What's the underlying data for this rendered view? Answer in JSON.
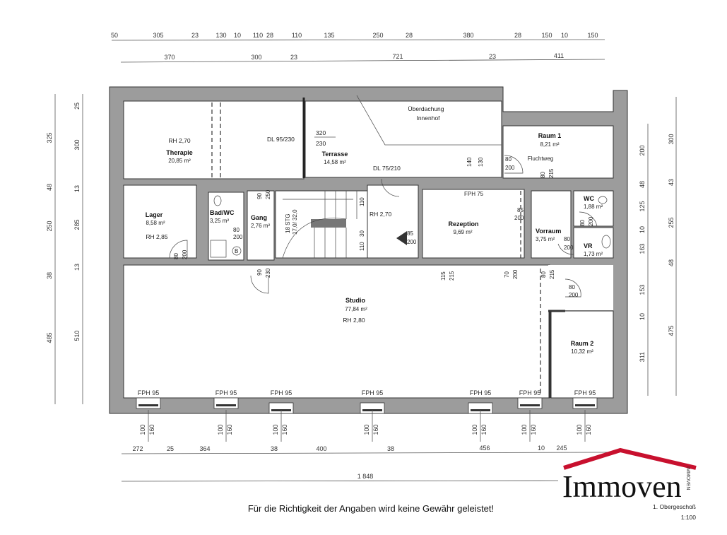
{
  "rooms": {
    "therapie": {
      "name": "Therapie",
      "area": "20,85 m²",
      "rh": "RH 2,70"
    },
    "terrasse": {
      "name": "Terrasse",
      "area": "14,58 m²"
    },
    "ueberdachung": {
      "line1": "Überdachung",
      "line2": "Innenhof"
    },
    "raum1": {
      "name": "Raum 1",
      "area": "8,21 m²",
      "note": "Fluchtweg"
    },
    "lager": {
      "name": "Lager",
      "area": "8,58 m²",
      "rh": "RH 2,85"
    },
    "badwc": {
      "name": "Bad/WC",
      "area": "3,25 m²"
    },
    "gang": {
      "name": "Gang",
      "area": "2,76 m²"
    },
    "stair": {
      "label": "18 STG",
      "ratio": "17,0/ 32,0",
      "rh": "RH 2,70"
    },
    "rezeption": {
      "name": "Rezeption",
      "area": "9,69 m²"
    },
    "vorraum": {
      "name": "Vorraum",
      "area": "3,75 m²"
    },
    "wc": {
      "name": "WC",
      "area": "1,88 m²"
    },
    "vr": {
      "name": "VR",
      "area": "1,73 m²"
    },
    "studio": {
      "name": "Studio",
      "area": "77,84 m²",
      "rh": "RH 2,80"
    },
    "raum2": {
      "name": "Raum 2",
      "area": "10,32 m²"
    }
  },
  "openings": {
    "dl95": "DL 95/230",
    "dl75": "DL 75/210",
    "terr_w": "320",
    "terr_h": "230",
    "fph75": "FPH 75",
    "fph75_a": "140",
    "fph75_b": "130",
    "raum1_door": [
      "80",
      "200"
    ],
    "lager_door": [
      "80",
      "200"
    ],
    "bad_door": [
      "80",
      "200"
    ],
    "gang_top": [
      "90",
      "250"
    ],
    "gang_bottom": [
      "90",
      "230"
    ],
    "stair_a": "110",
    "stair_b": "30",
    "stair_c": "110",
    "entry_door": [
      "85",
      "200"
    ],
    "rez_door": [
      "85",
      "200"
    ],
    "vor_top": [
      "80",
      "215"
    ],
    "wc_door": [
      "80",
      "200"
    ],
    "vr_door": [
      "80",
      "200"
    ],
    "studio_1": [
      "115",
      "215"
    ],
    "studio_2": [
      "70",
      "200"
    ],
    "studio_3": [
      "80",
      "215"
    ],
    "raum2_door": [
      "80",
      "200"
    ],
    "window_label": "FPH 95",
    "window_dims": [
      "100",
      "160"
    ]
  },
  "dimensions": {
    "top_row1": [
      "50",
      "305",
      "23",
      "130",
      "10",
      "110",
      "28",
      "110",
      "135",
      "250",
      "28",
      "380",
      "28",
      "150",
      "10",
      "150"
    ],
    "top_row2": [
      "370",
      "300",
      "23",
      "721",
      "23",
      "411"
    ],
    "left_outer": [
      "325",
      "48",
      "250",
      "38",
      "485"
    ],
    "left_inner": [
      "25",
      "300",
      "13",
      "285",
      "13",
      "510"
    ],
    "right_inner": [
      "200",
      "48",
      "125",
      "10",
      "163",
      "153",
      "10",
      "311"
    ],
    "right_outer": [
      "300",
      "43",
      "255",
      "48",
      "475"
    ],
    "bottom_row1": [
      "272",
      "25",
      "364",
      "38",
      "400",
      "38",
      "456",
      "10",
      "245"
    ],
    "bottom_total": "1 848"
  },
  "logo": {
    "text": "Immoven",
    "side": "IMMOVEN"
  },
  "floor": {
    "name": "1. Obergeschoß",
    "scale": "1:100"
  },
  "disclaimer": "Für die Richtigkeit der Angaben wird keine Gewähr geleistet!",
  "colors": {
    "wall": "#9c9c9c",
    "roof": "#c8102e"
  }
}
